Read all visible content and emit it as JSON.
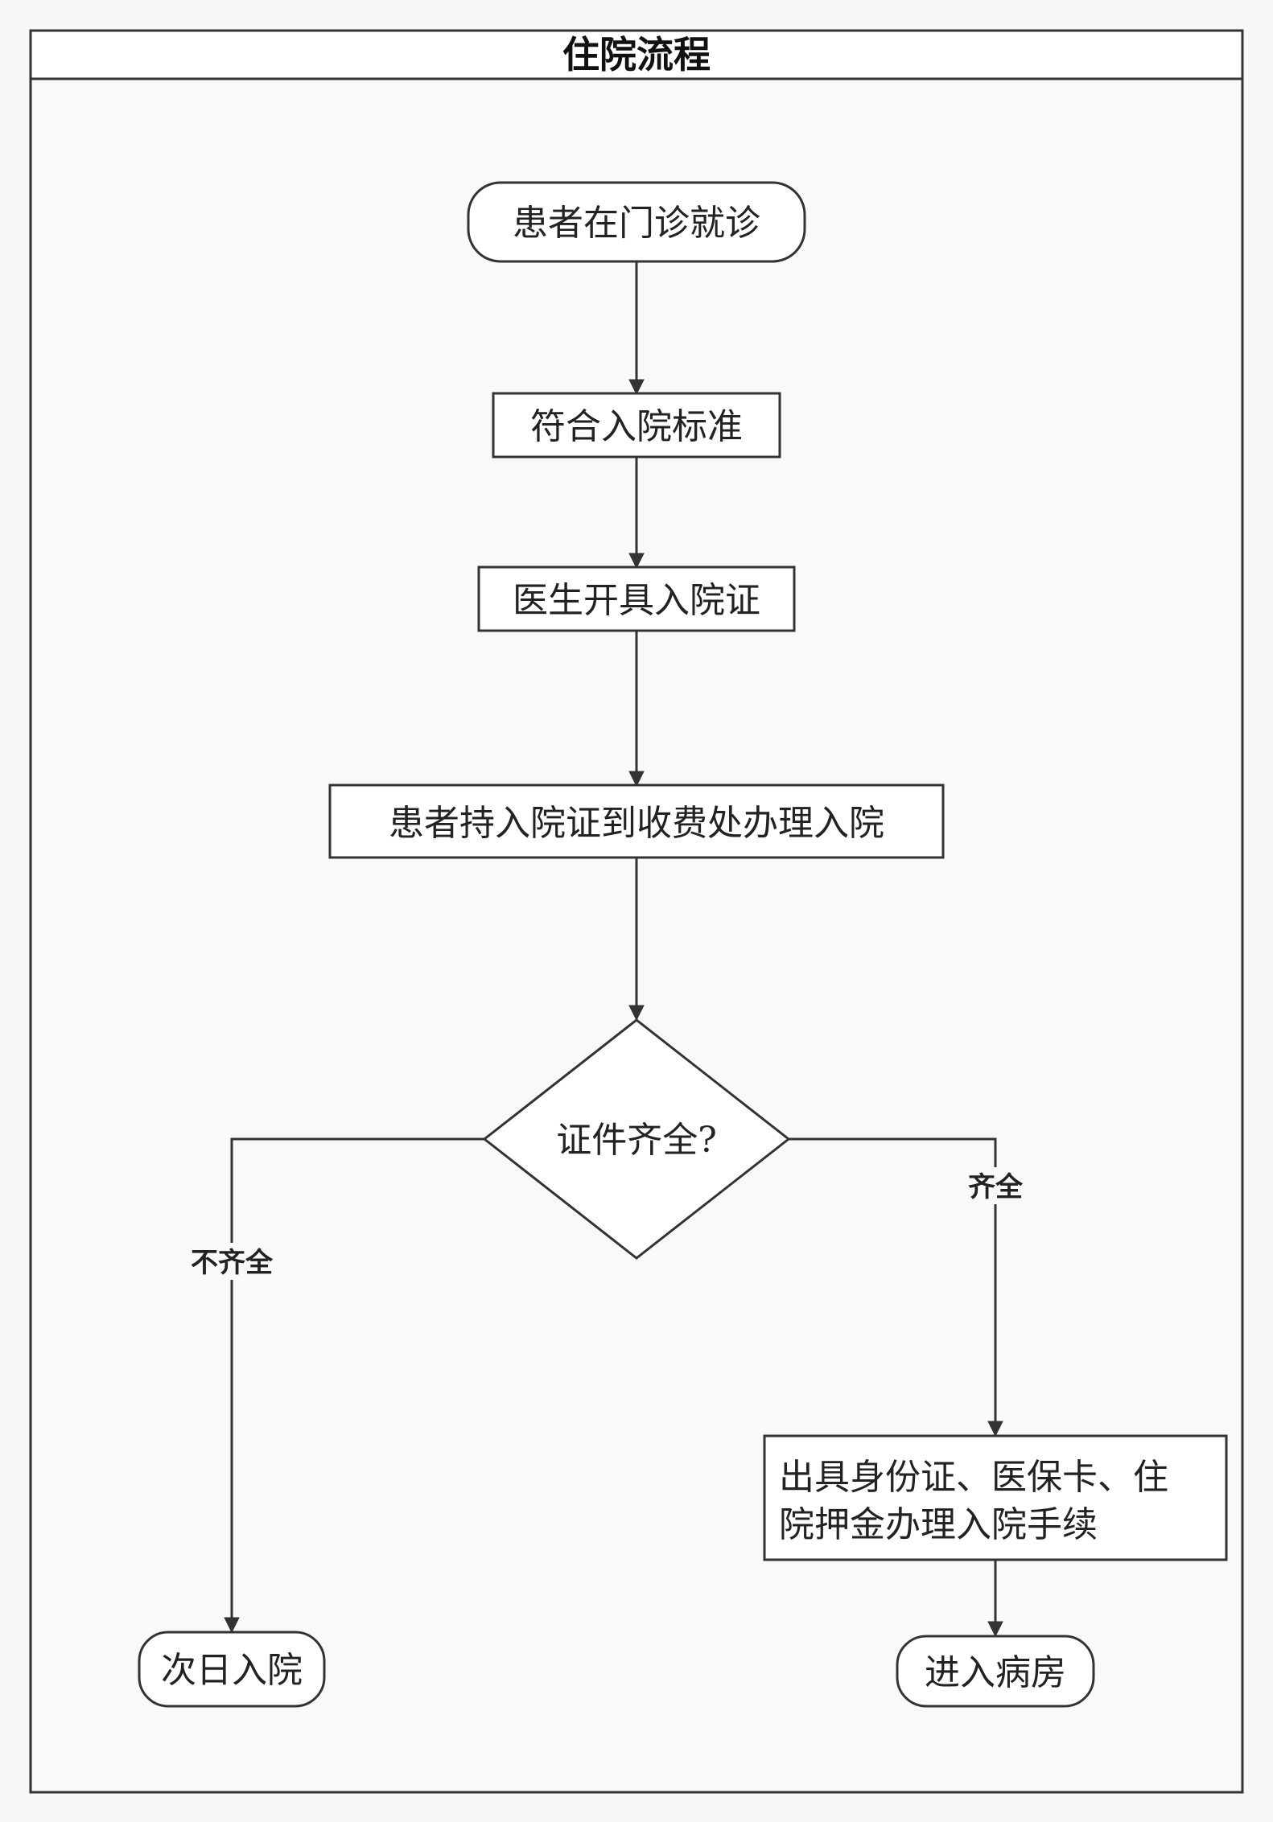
{
  "diagram": {
    "title": "住院流程",
    "nodes": {
      "start": "患者在门诊就诊",
      "criteria": "符合入院标准",
      "certificate": "医生开具入院证",
      "register": "患者持入院证到收费处办理入院",
      "decision": "证件齐全?",
      "nextday": "次日入院",
      "documents_line1": "出具身份证、医保卡、住",
      "documents_line2": "院押金办理入院手续",
      "ward": "进入病房"
    },
    "edges": {
      "incomplete_label": "不齐全",
      "complete_label": "齐全"
    }
  }
}
